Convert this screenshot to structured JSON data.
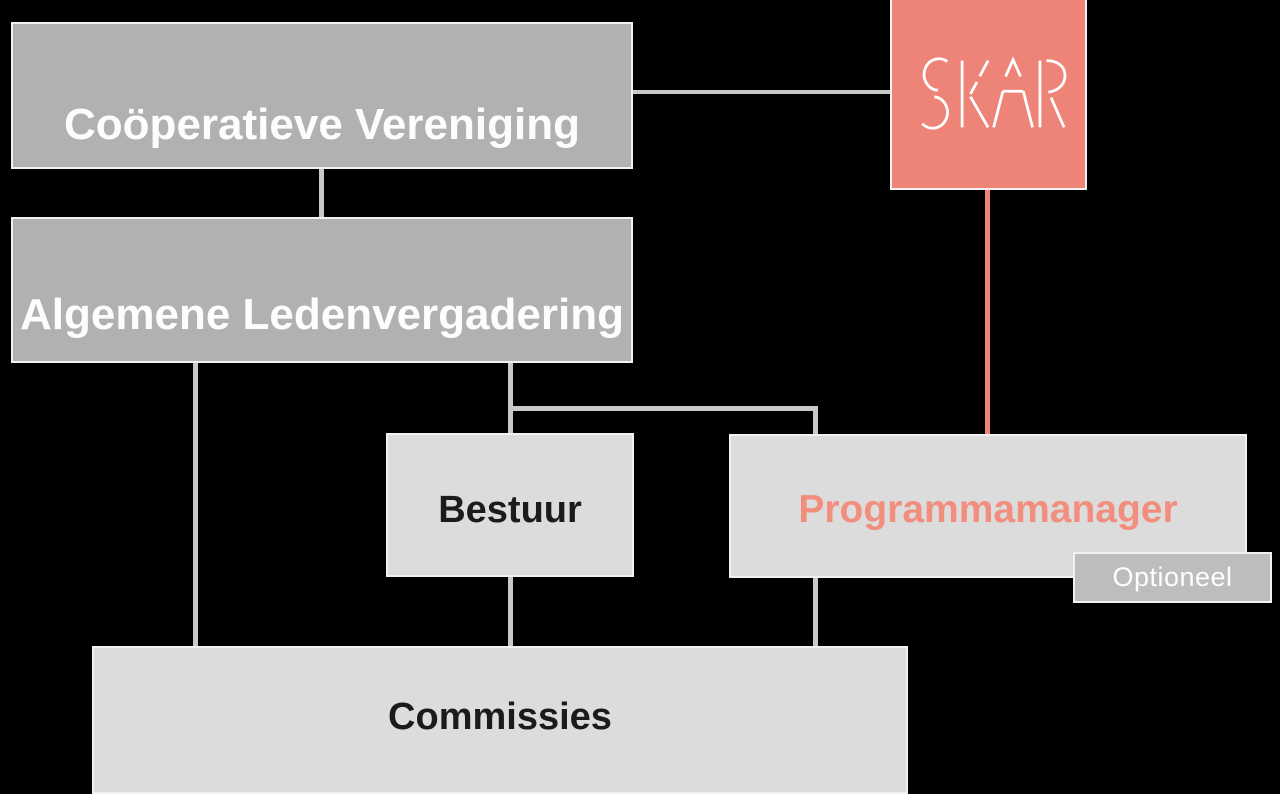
{
  "nodes": {
    "cooperatieve_vereniging": {
      "label": "Coöperatieve Vereniging"
    },
    "skar": {
      "label": "SKAR"
    },
    "algemene_ledenvergadering": {
      "label": "Algemene Ledenvergadering"
    },
    "bestuur": {
      "label": "Bestuur"
    },
    "programmamanager": {
      "label": "Programmamanager"
    },
    "optioneel": {
      "label": "Optioneel"
    },
    "commissies": {
      "label": "Commissies"
    }
  },
  "edges": [
    {
      "from": "Coöperatieve Vereniging",
      "to": "SKAR",
      "color": "#c9c9c9"
    },
    {
      "from": "Coöperatieve Vereniging",
      "to": "Algemene Ledenvergadering",
      "color": "#c9c9c9"
    },
    {
      "from": "Algemene Ledenvergadering",
      "to": "Commissies",
      "color": "#c9c9c9"
    },
    {
      "from": "Algemene Ledenvergadering",
      "to": "Bestuur",
      "color": "#c9c9c9"
    },
    {
      "from": "Algemene Ledenvergadering",
      "to": "Programmamanager",
      "color": "#c9c9c9"
    },
    {
      "from": "Bestuur",
      "to": "Commissies",
      "color": "#c9c9c9"
    },
    {
      "from": "Programmamanager",
      "to": "Commissies",
      "color": "#c9c9c9"
    },
    {
      "from": "SKAR",
      "to": "Programmamanager",
      "color": "#ee8477"
    }
  ],
  "colors": {
    "background": "#000000",
    "box_gray": "#b1b1b1",
    "box_light_gray": "#dcdcdc",
    "box_optioneel_gray": "#bdbdbd",
    "accent_salmon": "#ee8477",
    "text_salmon": "#f28e7e",
    "connector_gray": "#c9c9c9",
    "text_white": "#fdfdfd",
    "text_black": "#1b1b1b"
  }
}
